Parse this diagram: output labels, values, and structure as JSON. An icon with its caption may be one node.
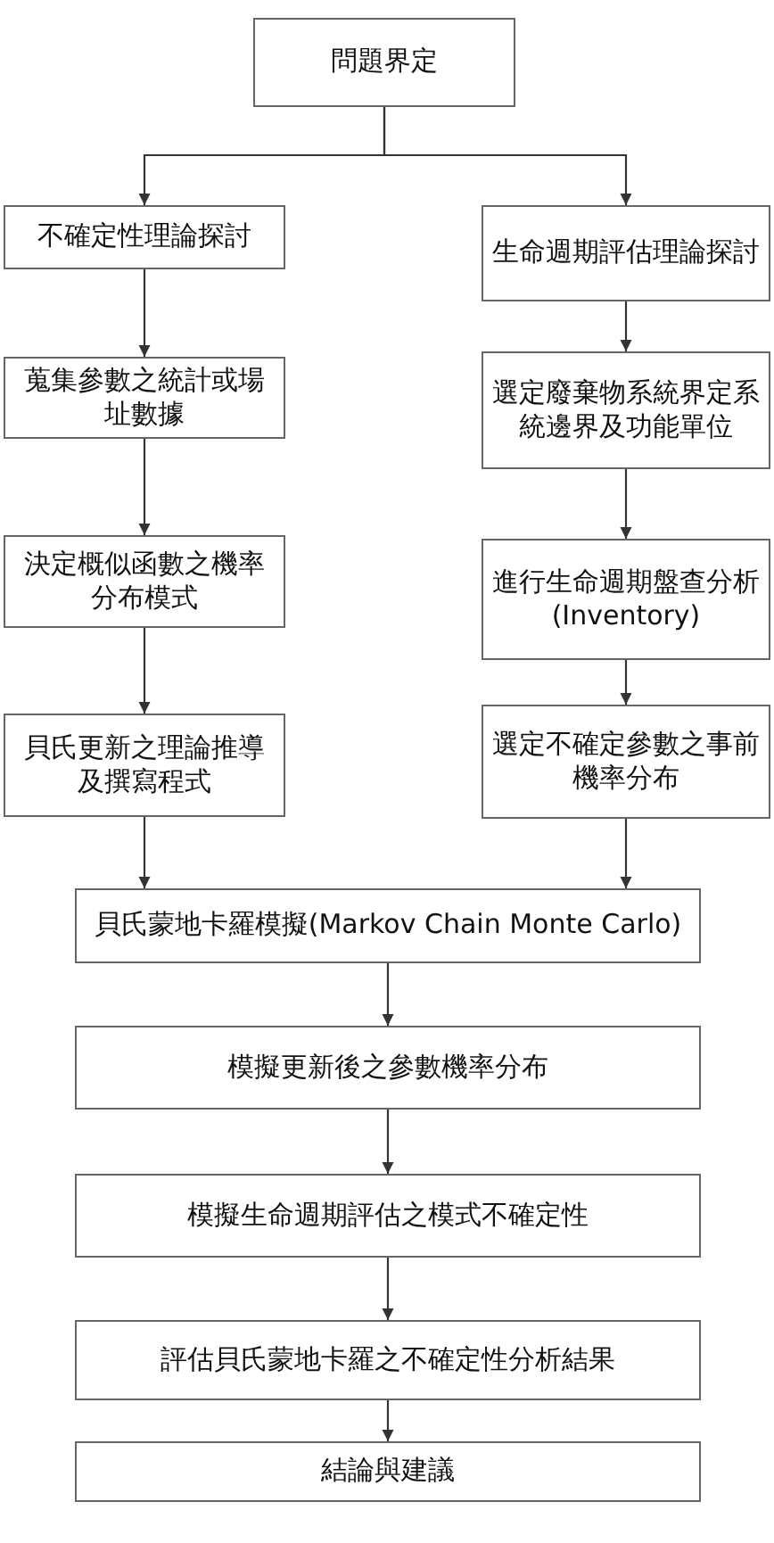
{
  "diagram": {
    "nodes": [
      {
        "text": [
          "問題界定"
        ]
      },
      {
        "text": [
          "不確定性理論探討"
        ]
      },
      {
        "text": [
          "生命週期評估理論探討"
        ]
      },
      {
        "text": [
          "蒐集參數之統計或場址數據"
        ]
      },
      {
        "text": [
          "選定廢棄物系統界定系統邊界及功能單位"
        ]
      },
      {
        "text": [
          "決定概似函數之機率分布模式"
        ]
      },
      {
        "text": [
          "進行生命週期盤查分析(Inventory)"
        ]
      },
      {
        "text": [
          "貝氏更新之理論推導及撰寫程式"
        ]
      },
      {
        "text": [
          "選定不確定參數之事前機率分布"
        ]
      },
      {
        "text": [
          "貝氏蒙地卡羅模擬(Markov Chain Monte Carlo)"
        ]
      },
      {
        "text": [
          "模擬更新後之參數機率分布"
        ]
      },
      {
        "text": [
          "模擬生命週期評估之模式不確定性"
        ]
      },
      {
        "text": [
          "評估貝氏蒙地卡羅之不確定性分析結果"
        ]
      },
      {
        "text": [
          "結論與建議"
        ]
      }
    ],
    "edges": [
      {
        "from": 0,
        "to": 1,
        "arrow": "to"
      },
      {
        "from": 0,
        "to": 2,
        "arrow": "to"
      },
      {
        "from": 1,
        "to": 3,
        "arrow": "to"
      },
      {
        "from": 3,
        "to": 5,
        "arrow": "to"
      },
      {
        "from": 5,
        "to": 7,
        "arrow": "to"
      },
      {
        "from": 2,
        "to": 4,
        "arrow": "to"
      },
      {
        "from": 4,
        "to": 6,
        "arrow": "to"
      },
      {
        "from": 6,
        "to": 8,
        "arrow": "to"
      },
      {
        "from": 7,
        "to": 9,
        "arrow": "to"
      },
      {
        "from": 8,
        "to": 9,
        "arrow": "to"
      },
      {
        "from": 9,
        "to": 10,
        "arrow": "to"
      },
      {
        "from": 10,
        "to": 11,
        "arrow": "to"
      },
      {
        "from": 11,
        "to": 12,
        "arrow": "to"
      },
      {
        "from": 12,
        "to": 13,
        "arrow": "to"
      }
    ]
  }
}
